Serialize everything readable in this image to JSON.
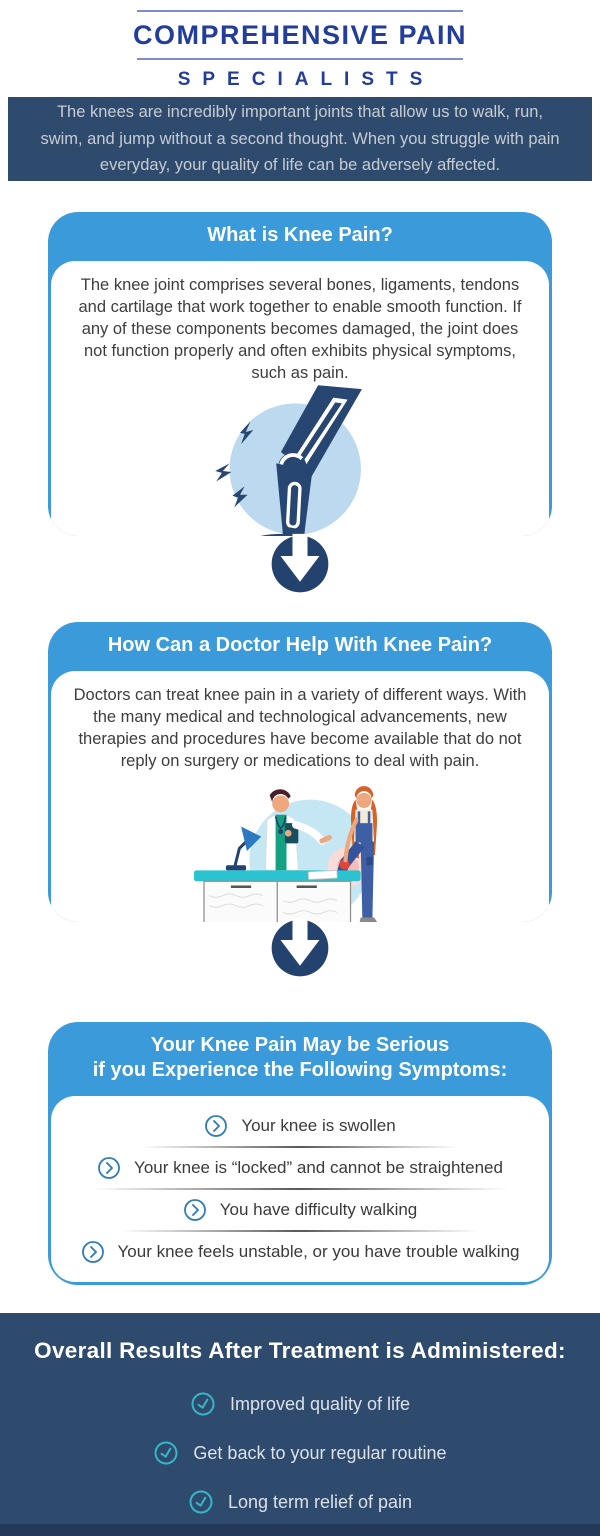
{
  "brand": {
    "name_line1": "COMPREHENSIVE PAIN",
    "name_line2": "SPECIALISTS"
  },
  "intro": {
    "text": "The knees are incredibly important joints that allow us to walk, run, swim, and jump without a second thought. When you struggle with pain everyday, your quality of life can be adversely affected."
  },
  "cards": [
    {
      "title": "What is Knee Pain?",
      "body": "The knee joint comprises several bones, ligaments, tendons and cartilage that work together to enable smooth function. If any of these components becomes damaged, the joint does not function properly and often exhibits physical symptoms, such as pain.",
      "illustration": "knee-pain-icon"
    },
    {
      "title": "How Can a Doctor Help With Knee Pain?",
      "body": "Doctors can treat knee pain in a variety of different ways. With the many medical and technological advancements, new therapies and procedures have become available that do not reply on surgery or medications to deal with pain.",
      "illustration": "doctor-examining-patient-knee"
    },
    {
      "title_line1": "Your Knee Pain May be Serious",
      "title_line2": "if you Experience the Following Symptoms:",
      "symptoms": [
        "Your knee is swollen",
        "Your knee is “locked” and cannot be straightened",
        "You have difficulty walking",
        "Your knee feels unstable, or you have trouble walking"
      ]
    }
  ],
  "results": {
    "title": "Overall Results After Treatment is Administered:",
    "items": [
      "Improved quality of life",
      "Get back to your regular routine",
      "Long term relief of pain"
    ]
  },
  "colors": {
    "brand_blue": "#233d9b",
    "rule_blue": "#7f8cc5",
    "accent_blue": "#3b9ad9",
    "banner_navy": "#2e4a6d",
    "arrow_navy": "#24426e",
    "check_teal": "#35b7c9",
    "chevron_blue": "#2f7cb8",
    "knee_red": "#e0473a",
    "body_text": "#3d3d3d"
  }
}
